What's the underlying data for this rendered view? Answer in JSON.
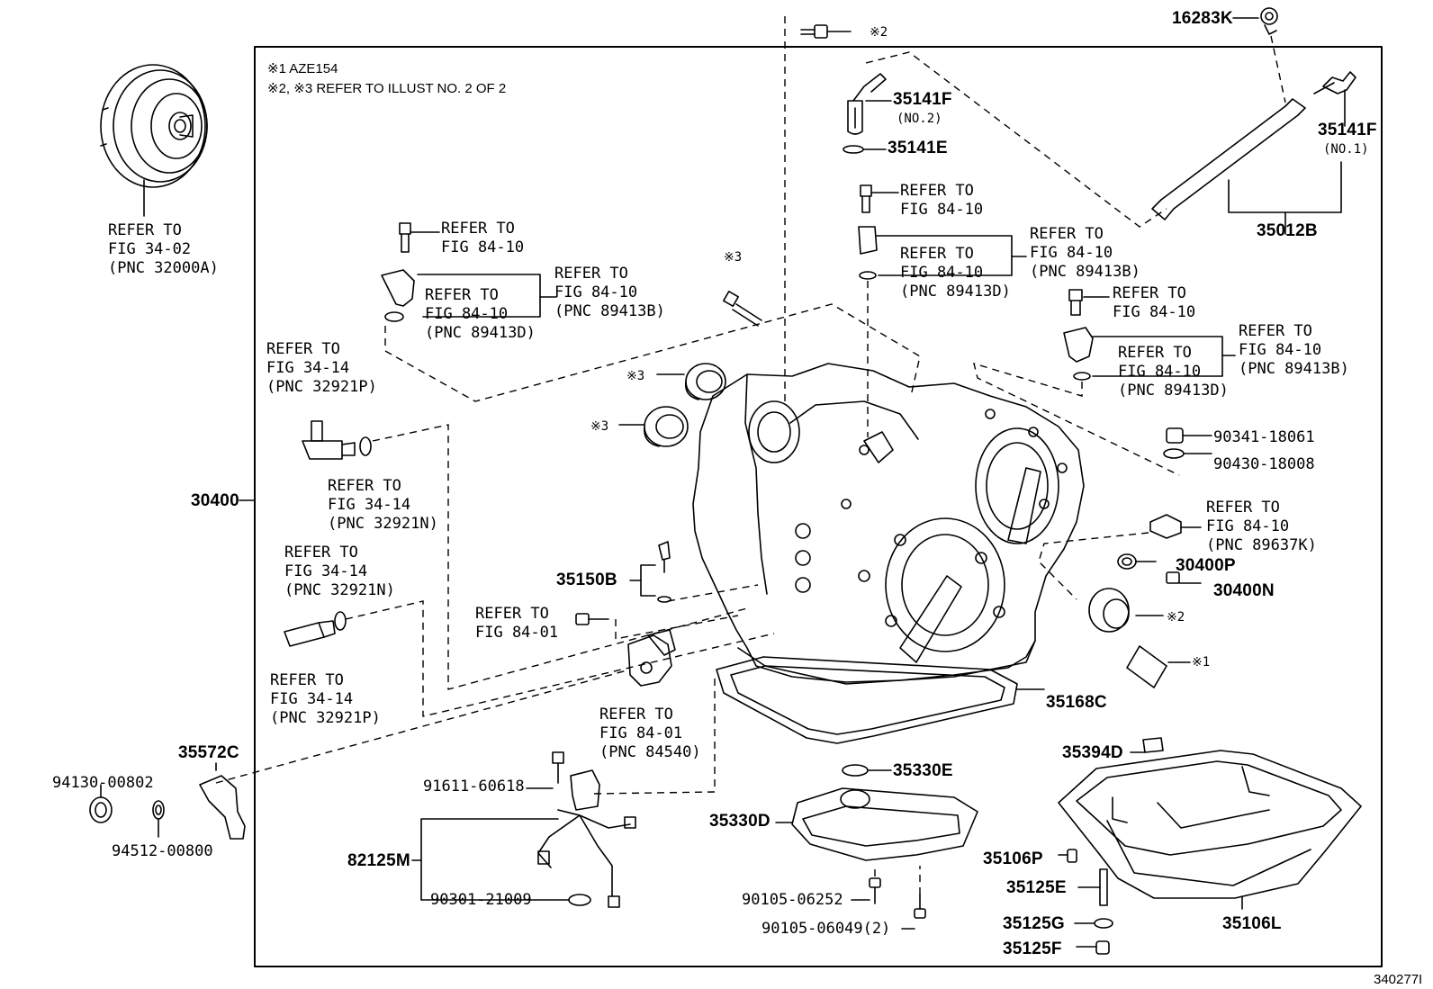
{
  "notes": {
    "note1": "※1 AZE154",
    "note2": "※2, ※3 REFER TO ILLUST NO. 2 OF 2"
  },
  "figure_number": "340277I",
  "part_numbers": {
    "p16283K": "16283K",
    "p35141F_2": "35141F",
    "p35141F_2_sub": "(NO.2)",
    "p35141E": "35141E",
    "p35141F_1": "35141F",
    "p35141F_1_sub": "(NO.1)",
    "p35012B": "35012B",
    "p30400": "30400",
    "p90341": "90341-18061",
    "p90430": "90430-18008",
    "p30400P": "30400P",
    "p30400N": "30400N",
    "p35150B": "35150B",
    "p35168C": "35168C",
    "p35572C": "35572C",
    "p94130": "94130-00802",
    "p94512": "94512-00800",
    "p91611": "91611-60618",
    "p82125M": "82125M",
    "p90301": "90301-21009",
    "p35330E": "35330E",
    "p35330D": "35330D",
    "p90105_252": "90105-06252",
    "p90105_049": "90105-06049(2)",
    "p35394D": "35394D",
    "p35106P": "35106P",
    "p35125E": "35125E",
    "p35125G": "35125G",
    "p35125F": "35125F",
    "p35106L": "35106L"
  },
  "marks": {
    "m2_top": "※2",
    "m3_bolt": "※3",
    "m3_seal1": "※3",
    "m3_seal2": "※3",
    "m2_seal": "※2",
    "m1_plate": "※1"
  },
  "refs": {
    "converter": [
      "REFER TO",
      "FIG 34-02",
      "(PNC 32000A)"
    ],
    "sensorL_bolt": [
      "REFER TO",
      "FIG 84-10"
    ],
    "sensorL_inner": [
      "REFER TO",
      "FIG 84-10",
      "(PNC 89413D)"
    ],
    "sensorL_outer": [
      "REFER TO",
      "FIG 84-10",
      "(PNC 89413B)"
    ],
    "sensorC_bolt": [
      "REFER TO",
      "FIG 84-10"
    ],
    "sensorC_inner": [
      "REFER TO",
      "FIG 84-10",
      "(PNC 89413D)"
    ],
    "sensorC_outer": [
      "REFER TO",
      "FIG 84-10",
      "(PNC 89413B)"
    ],
    "sensorR_bolt": [
      "REFER TO",
      "FIG 84-10"
    ],
    "sensorR_inner": [
      "REFER TO",
      "FIG 84-10",
      "(PNC 89413D)"
    ],
    "sensorR_outer": [
      "REFER TO",
      "FIG 84-10",
      "(PNC 89413B)"
    ],
    "union1": [
      "REFER TO",
      "FIG 34-14",
      "(PNC 32921P)"
    ],
    "union1_ring": [
      "REFER TO",
      "FIG 34-14",
      "(PNC 32921N)"
    ],
    "union2_ring": [
      "REFER TO",
      "FIG 34-14",
      "(PNC 32921N)"
    ],
    "union2": [
      "REFER TO",
      "FIG 34-14",
      "(PNC 32921P)"
    ],
    "nsw_bolt": [
      "REFER TO",
      "FIG 84-01"
    ],
    "nsw": [
      "REFER TO",
      "FIG 84-01",
      "(PNC 84540)"
    ],
    "speed_sensor": [
      "REFER TO",
      "FIG 84-10",
      "(PNC 89637K)"
    ]
  }
}
